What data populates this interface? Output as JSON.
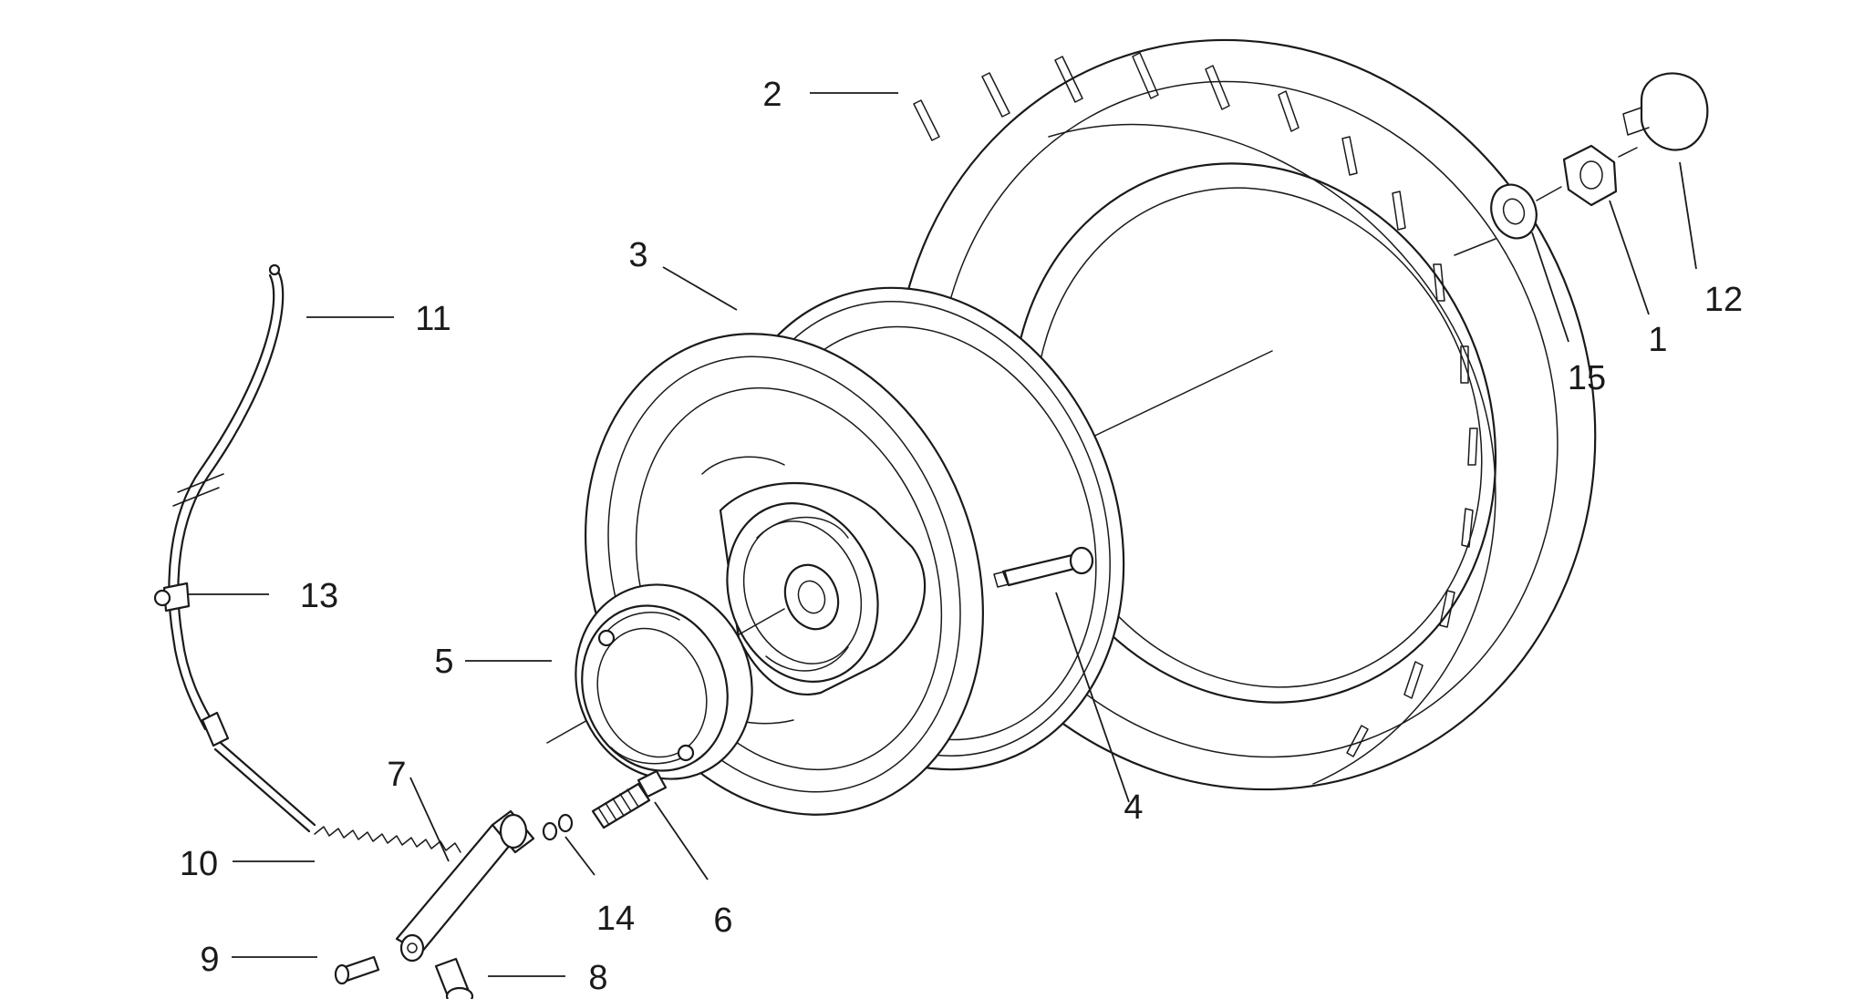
{
  "callouts": [
    {
      "id": "c1",
      "label": "1",
      "part": "nut"
    },
    {
      "id": "c2",
      "label": "2",
      "part": "tyre"
    },
    {
      "id": "c3",
      "label": "3",
      "part": "rim"
    },
    {
      "id": "c4",
      "label": "4",
      "part": "valve"
    },
    {
      "id": "c5",
      "label": "5",
      "part": "brake-shoe"
    },
    {
      "id": "c6",
      "label": "6",
      "part": "cam-shaft"
    },
    {
      "id": "c7",
      "label": "7",
      "part": "brake-lever"
    },
    {
      "id": "c8",
      "label": "8",
      "part": "screw"
    },
    {
      "id": "c9",
      "label": "9",
      "part": "pin"
    },
    {
      "id": "c10",
      "label": "10",
      "part": "spring"
    },
    {
      "id": "c11",
      "label": "11",
      "part": "brake-cable"
    },
    {
      "id": "c12",
      "label": "12",
      "part": "hub-cap"
    },
    {
      "id": "c13",
      "label": "13",
      "part": "cable-clamp"
    },
    {
      "id": "c14",
      "label": "14",
      "part": "o-rings"
    },
    {
      "id": "c15",
      "label": "15",
      "part": "washer"
    }
  ]
}
